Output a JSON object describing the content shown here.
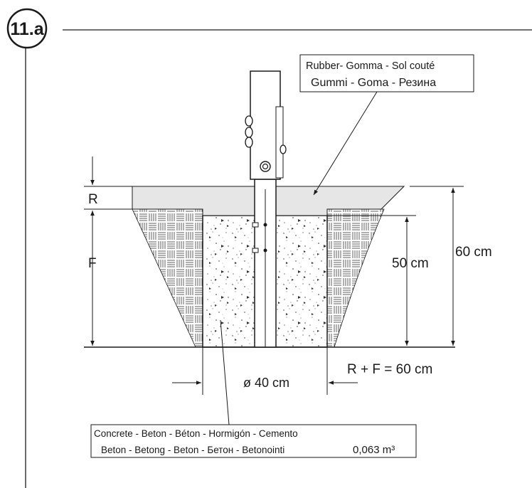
{
  "step": "11.a",
  "rubber_label": {
    "line1": "Rubber- Gomma - Sol couté",
    "line2": "Gummi - Goma - Резина"
  },
  "concrete_label": {
    "line1": "Concrete - Beton - Béton - Hormigón - Cemento",
    "line2": "Beton - Betong - Beton - Бетон - Betonointi",
    "volume": "0,063 m³"
  },
  "dimensions": {
    "r": "R",
    "f": "F",
    "depth_50": "50 cm",
    "depth_60": "60 cm",
    "diameter": "ø 40 cm",
    "formula": "R + F = 60 cm"
  }
}
